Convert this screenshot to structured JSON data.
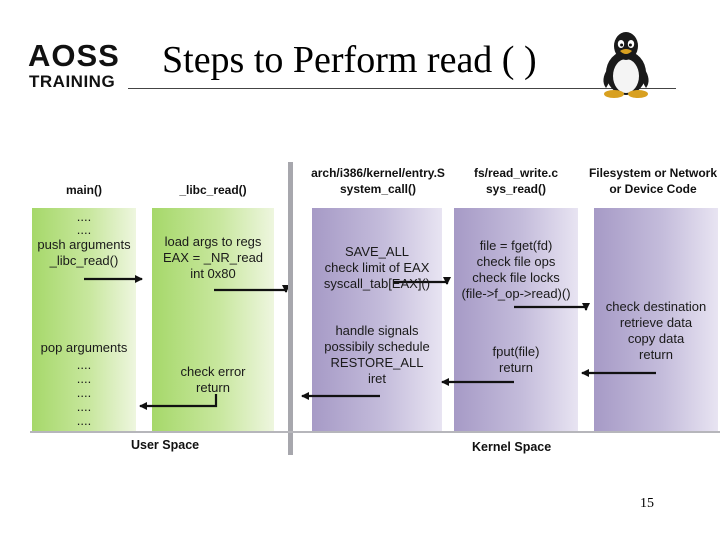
{
  "header": {
    "logo_line1": "AOSS",
    "logo_line2": "TRAINING",
    "title": "Steps to Perform read ( )"
  },
  "page_number": "15",
  "diagram": {
    "headers": {
      "col1": "main()",
      "col2": "_libc_read()",
      "col3_line1": "arch/i386/kernel/entry.S",
      "col3_line2": "system_call()",
      "col4_line1": "fs/read_write.c",
      "col4_line2": "sys_read()",
      "col5_line1": "Filesystem or Network",
      "col5_line2": "or  Device Code"
    },
    "user_space_label": "User Space",
    "kernel_space_label": "Kernel Space",
    "col1": {
      "dots_top_1": "....",
      "dots_top_2": "....",
      "line1": "push arguments",
      "line2": "_libc_read()",
      "line3": "pop arguments",
      "dots_bottom_1": "....",
      "dots_bottom_2": "....",
      "dots_bottom_3": "....",
      "dots_bottom_4": "....",
      "dots_bottom_5": "...."
    },
    "col2": {
      "line1": "load args to regs",
      "line2": "EAX = _NR_read",
      "line3": "int 0x80",
      "line4": "check error",
      "line5": "return"
    },
    "col3": {
      "line1": "SAVE_ALL",
      "line2": "check limit of EAX",
      "line3": "syscall_tab[EAX]()",
      "line4": "handle signals",
      "line5": "possibily schedule",
      "line6": "RESTORE_ALL",
      "line7": "iret"
    },
    "col4": {
      "line1": "file = fget(fd)",
      "line2": "check file ops",
      "line3": "check file locks",
      "line4": "(file->f_op->read)()",
      "line5": "fput(file)",
      "line6": "return"
    },
    "col5": {
      "line1": "check destination",
      "line2": "retrieve data",
      "line3": "copy data",
      "line4": "return"
    },
    "colors": {
      "user_green": "#a6d86a",
      "user_pale": "#eef6df",
      "kernel_purple": "#a69ac6",
      "kernel_pale": "#e8e4f2",
      "arrow": "#111111"
    }
  }
}
